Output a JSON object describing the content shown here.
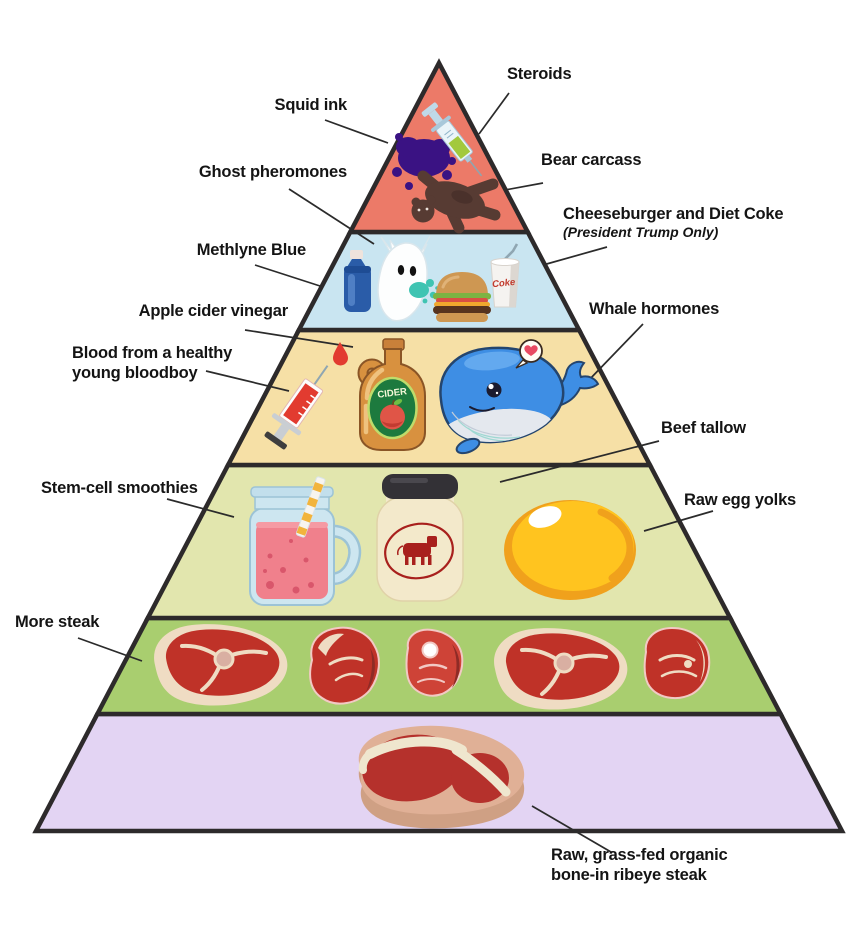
{
  "diagram": {
    "type": "satirical-food-pyramid",
    "tiers": [
      {
        "level": 1,
        "items": [
          "Steroids",
          "Squid ink",
          "Bear carcass"
        ]
      },
      {
        "level": 2,
        "items": [
          "Ghost pheromones",
          "Methlyne Blue",
          "Cheeseburger and Diet Coke (President Trump Only)"
        ]
      },
      {
        "level": 3,
        "items": [
          "Apple cider vinegar",
          "Blood from a healthy young bloodboy",
          "Whale hormones"
        ]
      },
      {
        "level": 4,
        "items": [
          "Stem-cell smoothies",
          "Beef tallow",
          "Raw egg yolks"
        ]
      },
      {
        "level": 5,
        "items": [
          "More steak"
        ]
      },
      {
        "level": 6,
        "items": [
          "Raw, grass-fed organic bone-in ribeye steak"
        ]
      }
    ]
  },
  "labels": {
    "steroids": "Steroids",
    "squid_ink": "Squid ink",
    "bear_carcass": "Bear carcass",
    "cheeseburger_line1": "Cheeseburger and Diet Coke",
    "cheeseburger_line2": "(President Trump Only)",
    "ghost_pheromones": "Ghost pheromones",
    "methlyne_blue": "Methlyne Blue",
    "apple_cider_vinegar": "Apple cider vinegar",
    "bloodboy_line1": "Blood from a healthy",
    "bloodboy_line2": "young bloodboy",
    "whale_hormones": "Whale hormones",
    "beef_tallow": "Beef tallow",
    "stem_cell_smoothies": "Stem-cell smoothies",
    "raw_egg_yolks": "Raw egg yolks",
    "more_steak": "More steak",
    "ribeye_line1": "Raw, grass-fed organic",
    "ribeye_line2": "bone-in ribeye steak"
  },
  "icon_texts": {
    "cider": "CIDER",
    "coke": "Coke"
  },
  "colors": {
    "tier1": "#EC7A68",
    "tier2": "#C9E5F1",
    "tier3": "#F6E0A6",
    "tier4": "#E2E6AE",
    "tier5": "#A9CE6F",
    "tier6": "#E3D4F3",
    "outline": "#2D2A2B",
    "leader": "#2B2B2B"
  }
}
